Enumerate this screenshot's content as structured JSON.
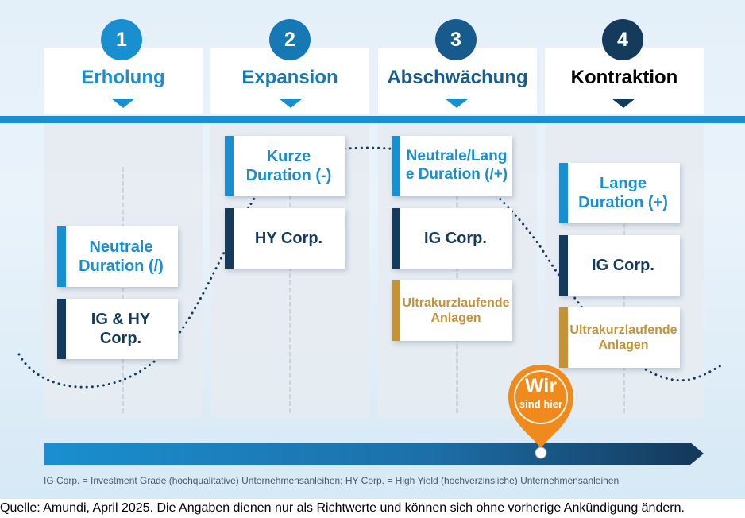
{
  "colors": {
    "light_blue": "#1a8fcf",
    "navy": "#143a5c",
    "gold": "#c49237",
    "orange": "#f08a1c"
  },
  "phases": [
    {
      "number": "1",
      "title": "Erholung"
    },
    {
      "number": "2",
      "title": "Expansion"
    },
    {
      "number": "3",
      "title": "Abschwächung"
    },
    {
      "number": "4",
      "title": "Kontraktion"
    }
  ],
  "boxes": {
    "p1_duration": "Neutrale Duration (/)",
    "p1_corp": "IG & HY Corp.",
    "p2_duration": "Kurze Duration (-)",
    "p2_corp": "HY Corp.",
    "p3_duration": "Neutrale/Lange Duration (/+)",
    "p3_corp": "IG Corp.",
    "p3_short": "Ultrakurzlaufende Anlagen",
    "p4_duration": "Lange Duration (+)",
    "p4_corp": "IG Corp.",
    "p4_short": "Ultrakurzlaufende Anlagen"
  },
  "marker": {
    "line1": "Wir",
    "line2": "sind hier",
    "icon": "location-pin-icon"
  },
  "footnote": "IG Corp. = Investment Grade (hochqualitative) Unternehmensanleihen; HY Corp. = High Yield (hochverzinsliche) Unternehmensanleihen",
  "source": "Quelle: Amundi, April 2025. Die Angaben dienen nur als Richtwerte und können sich ohne vorherige Ankündigung ändern."
}
